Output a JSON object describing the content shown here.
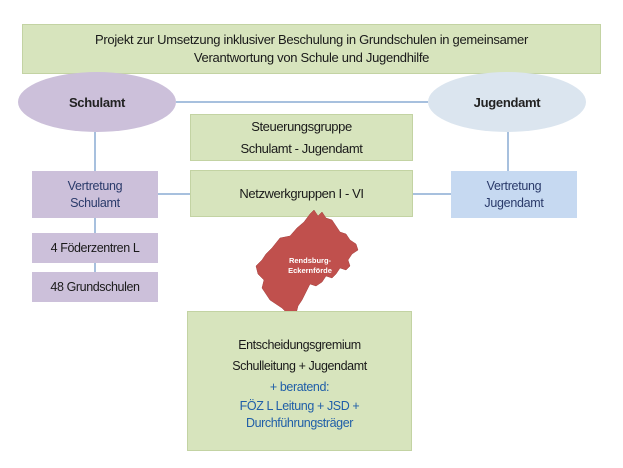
{
  "title": {
    "line1": "Projekt zur Umsetzung inklusiver Beschulung in Grundschulen in gemeinsamer",
    "line2": "Verantwortung von Schule und Jugendhilfe"
  },
  "schulamt": "Schulamt",
  "jugendamt": "Jugendamt",
  "steuerungsgruppe": {
    "line1": "Steuerungsgruppe",
    "line2": "Schulamt - Jugendamt"
  },
  "netzwerk": "Netzwerkgruppen I - VI",
  "vertretung_schulamt": {
    "line1": "Vertretung",
    "line2": "Schulamt"
  },
  "vertretung_jugendamt": {
    "line1": "Vertretung",
    "line2": "Jugendamt"
  },
  "foerderzentren": "4 Föderzentren L",
  "grundschulen": "48 Grundschulen",
  "map_label": {
    "line1": "Rendsburg-",
    "line2": "Eckernförde"
  },
  "entscheidung": {
    "line1": "Entscheidungsgremium",
    "line2": "Schulleitung + Jugendamt",
    "line3": "+ beratend:",
    "line4": "FÖZ L Leitung + JSD  +",
    "line5": "Durchführungsträger"
  },
  "colors": {
    "green_box": "#d7e4bd",
    "purple": "#ccc0da",
    "light_blue": "#c6d9f1",
    "map_red": "#c0504d",
    "line_blue": "#4f81bd"
  }
}
